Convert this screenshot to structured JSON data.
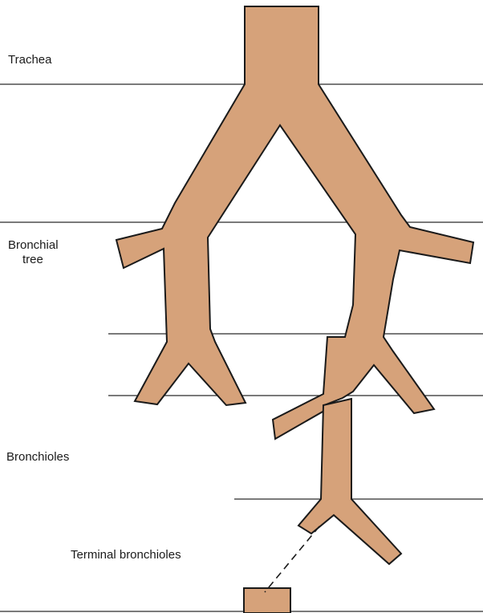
{
  "labels": {
    "trachea": "Trachea",
    "bronchial_tree_line1": "Bronchial",
    "bronchial_tree_line2": "tree",
    "bronchioles": "Bronchioles",
    "terminal_bronchioles": "Terminal bronchioles"
  },
  "colors": {
    "tissue": "#d6a27a",
    "outline": "#1a1a1a",
    "background": "#ffffff"
  }
}
